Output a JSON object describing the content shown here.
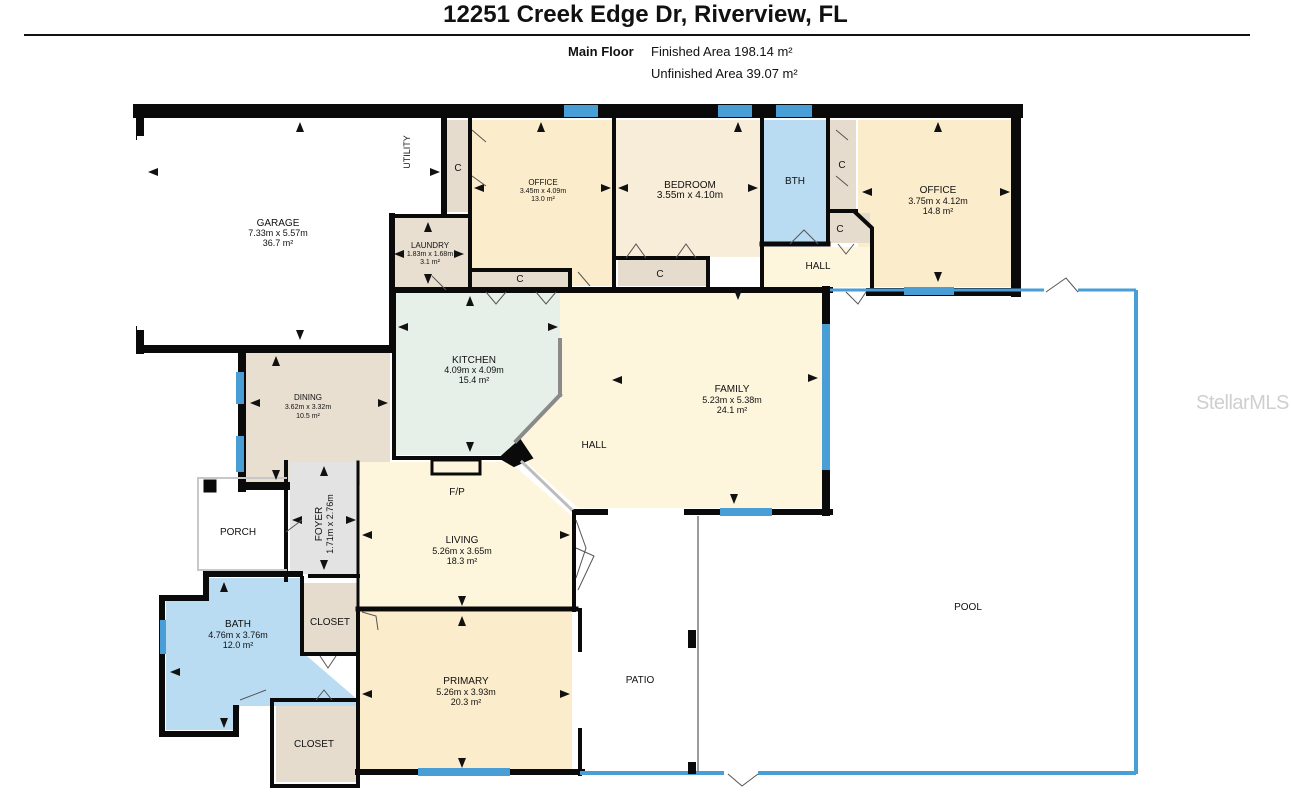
{
  "header": {
    "title": "12251 Creek Edge Dr, Riverview, FL",
    "floor_label": "Main Floor",
    "finished_area": "Finished Area 198.14 m²",
    "unfinished_area": "Unfinished Area 39.07 m²"
  },
  "rooms": {
    "garage": {
      "name": "GARAGE",
      "dims": "7.33m x 5.57m",
      "area": "36.7 m²"
    },
    "utility": {
      "name": "UTILITY"
    },
    "laundry": {
      "name": "LAUNDRY",
      "dims": "1.83m x 1.68m",
      "area": "3.1 m²"
    },
    "office1": {
      "name": "OFFICE",
      "dims": "3.45m x 4.09m",
      "area": "13.0 m²"
    },
    "bedroom": {
      "name": "BEDROOM",
      "dims": "3.55m x 4.10m",
      "area": ""
    },
    "bth": {
      "name": "BTH"
    },
    "office2": {
      "name": "OFFICE",
      "dims": "3.75m x 4.12m",
      "area": "14.8 m²"
    },
    "hall_upper": {
      "name": "HALL"
    },
    "kitchen": {
      "name": "KITCHEN",
      "dims": "4.09m x 4.09m",
      "area": "15.4 m²"
    },
    "dining": {
      "name": "DINING",
      "dims": "3.62m x 3.32m",
      "area": "10.5 m²"
    },
    "family": {
      "name": "FAMILY",
      "dims": "5.23m x 5.38m",
      "area": "24.1 m²"
    },
    "hall_mid": {
      "name": "HALL"
    },
    "fp": {
      "name": "F/P"
    },
    "porch": {
      "name": "PORCH"
    },
    "foyer": {
      "name": "FOYER",
      "dims": "1.71m x 2.76m"
    },
    "living": {
      "name": "LIVING",
      "dims": "5.26m x 3.65m",
      "area": "18.3 m²"
    },
    "bath": {
      "name": "BATH",
      "dims": "4.76m x 3.76m",
      "area": "12.0 m²"
    },
    "closet1": {
      "name": "CLOSET"
    },
    "closet2": {
      "name": "CLOSET"
    },
    "primary": {
      "name": "PRIMARY",
      "dims": "5.26m x 3.93m",
      "area": "20.3 m²"
    },
    "patio": {
      "name": "PATIO"
    },
    "pool": {
      "name": "POOL"
    },
    "closet_c": {
      "name": "C"
    }
  },
  "watermark": "StellarMLS",
  "colors": {
    "wall": "#0a0a0a",
    "window": "#4a9ed6",
    "office": "#fbeccb",
    "bedroom": "#f8edd8",
    "bth": "#b9dcf3",
    "kitchen": "#e6efe8",
    "dining": "#e9dfd1",
    "family": "#fdf6dd",
    "living": "#fdf6dd",
    "foyer": "#e3e3e3",
    "bath": "#b9dcf3",
    "closet": "#e6dccd",
    "primary": "#fbeccb",
    "laundry": "#e9dfd1"
  }
}
